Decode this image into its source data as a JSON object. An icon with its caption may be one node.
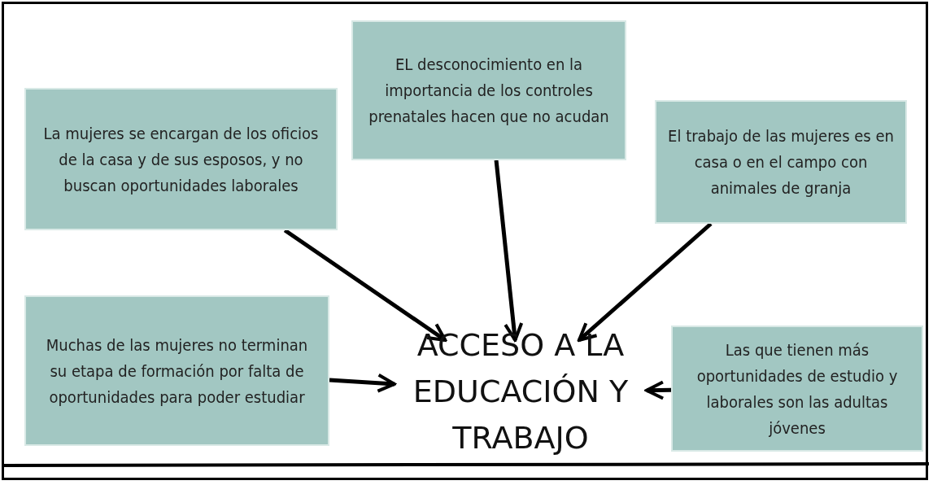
{
  "diagram": {
    "nodes": [
      {
        "text": [
          "La mujeres se encargan de los oficios de la casa y de sus esposos, y no buscan oportunidades laborales"
        ]
      },
      {
        "text": [
          "EL desconocimiento en la importancia de los controles prenatales hacen que no acudan"
        ]
      },
      {
        "text": [
          "El trabajo de las mujeres es en casa o en el campo con animales de granja"
        ]
      },
      {
        "text": [
          "Muchas de las mujeres no terminan su etapa de formación por falta de oportunidades para poder estudiar"
        ]
      },
      {
        "text": [
          "ACCESO A LA EDUCACIÓN Y TRABAJO"
        ]
      },
      {
        "text": [
          "Las que tienen más oportunidades de estudio y laborales son las adultas jóvenes"
        ]
      }
    ],
    "edges": [
      {
        "from": 0,
        "to": 4,
        "arrow": "to"
      },
      {
        "from": 1,
        "to": 4,
        "arrow": "to"
      },
      {
        "from": 2,
        "to": 4,
        "arrow": "to"
      },
      {
        "from": 3,
        "to": 4,
        "arrow": "to"
      },
      {
        "from": 5,
        "to": 4,
        "arrow": "to"
      }
    ]
  }
}
